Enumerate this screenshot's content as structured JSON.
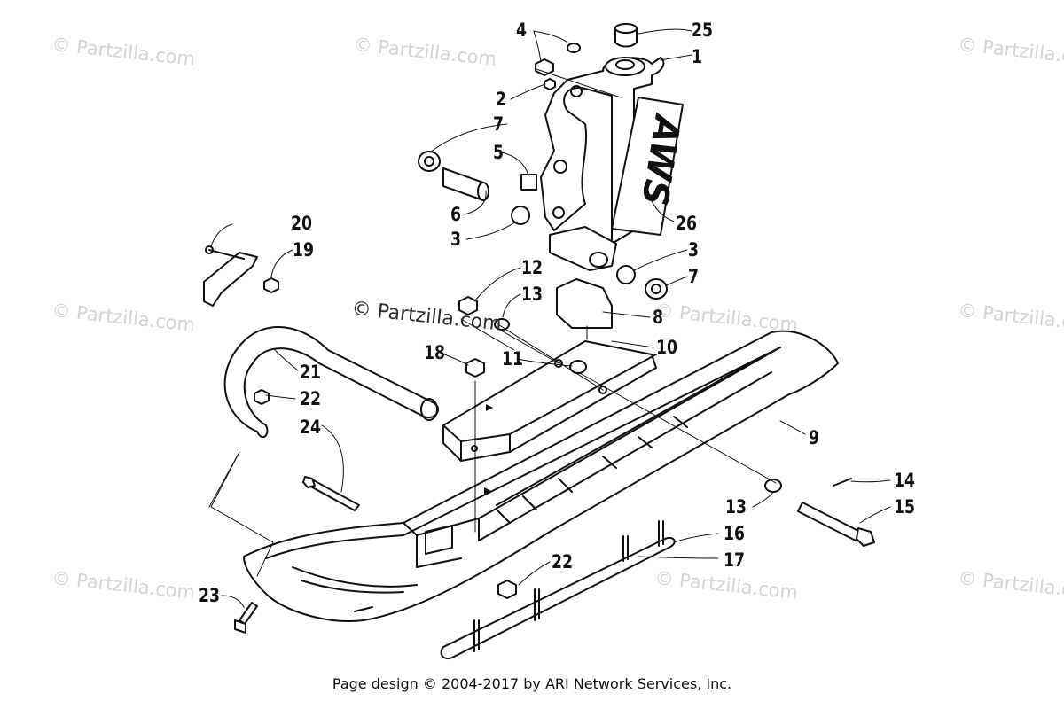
{
  "watermarks": [
    "© Partzilla.com",
    "© Partzilla.com",
    "© Partzilla.com",
    "© Partzilla.com",
    "© Partzilla.com",
    "© Partzilla.com",
    "© Partzilla.com",
    "© Partzilla.com",
    "© Partzilla.com"
  ],
  "center_watermark": "© Partzilla.com",
  "logo_text": "AWS",
  "callouts": [
    "4",
    "25",
    "1",
    "2",
    "7",
    "5",
    "6",
    "3",
    "26",
    "20",
    "19",
    "12",
    "13",
    "3",
    "7",
    "8",
    "10",
    "18",
    "11",
    "21",
    "22",
    "24",
    "9",
    "14",
    "13",
    "15",
    "16",
    "17",
    "22",
    "23"
  ],
  "footer": "Page design © 2004-2017 by ARI Network Services, Inc."
}
